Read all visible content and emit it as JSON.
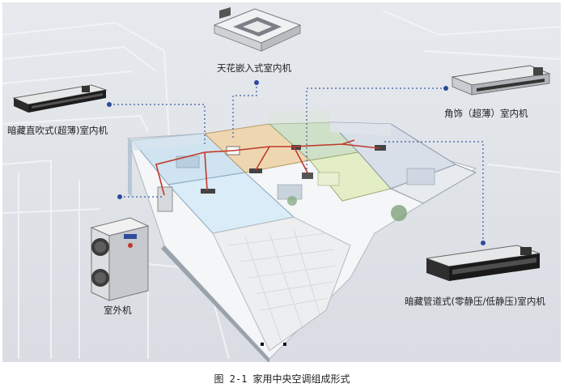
{
  "labels": {
    "ceiling_cassette": "天花嵌入式室内机",
    "concealed_duct_thin": "暗藏直吹式(超薄)室内机",
    "corner_thin": "角饰（超薄）室内机",
    "concealed_duct_pressure": "暗藏管道式(零静压/低静压)室内机",
    "outdoor_unit": "室外机"
  },
  "caption": "图 2-1  家用中央空调组成形式",
  "colors": {
    "leader_line": "#3a5ba8",
    "refrigerant_pipe": "#c0392b",
    "background": "#e2e6ea"
  }
}
